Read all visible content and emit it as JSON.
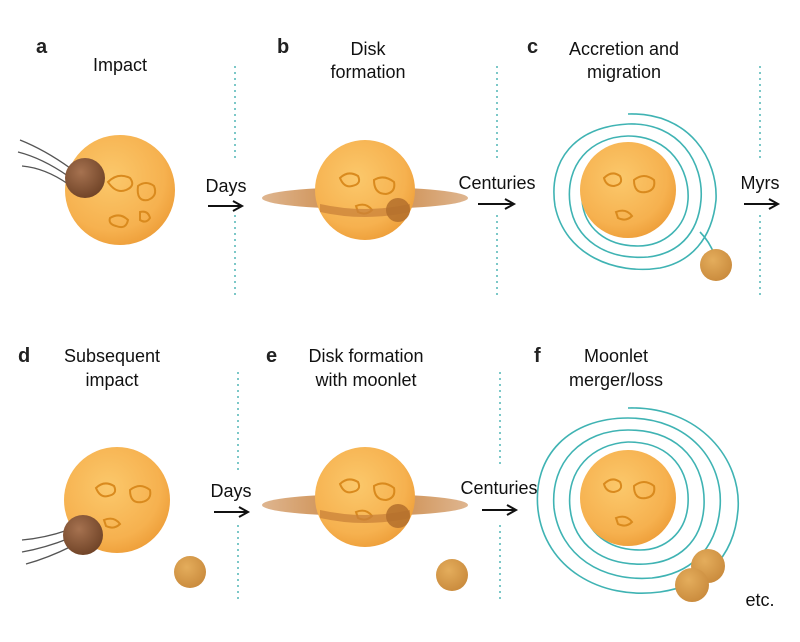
{
  "panels": [
    {
      "letter": "a",
      "title_lines": [
        "Impact"
      ]
    },
    {
      "letter": "b",
      "title_lines": [
        "Disk",
        "formation"
      ]
    },
    {
      "letter": "c",
      "title_lines": [
        "Accretion and",
        "migration"
      ]
    },
    {
      "letter": "d",
      "title_lines": [
        "Subsequent",
        "impact"
      ]
    },
    {
      "letter": "e",
      "title_lines": [
        "Disk formation",
        "with moonlet"
      ]
    },
    {
      "letter": "f",
      "title_lines": [
        "Moonlet",
        "merger/loss"
      ]
    }
  ],
  "transitions": [
    {
      "label": "Days"
    },
    {
      "label": "Centuries"
    },
    {
      "label": "Myrs"
    },
    {
      "label": "Days"
    },
    {
      "label": "Centuries"
    }
  ],
  "footer": {
    "etc": "etc."
  },
  "colors": {
    "planet_fill": "#f6b14f",
    "planet_edge": "#e89a30",
    "crater_stroke": "#d98a1e",
    "impactor": "#8e5a35",
    "disk": "#c98238",
    "moonlet": "#d89a48",
    "orbit": "#3fb3b3",
    "divider": "#7cc8c8"
  }
}
